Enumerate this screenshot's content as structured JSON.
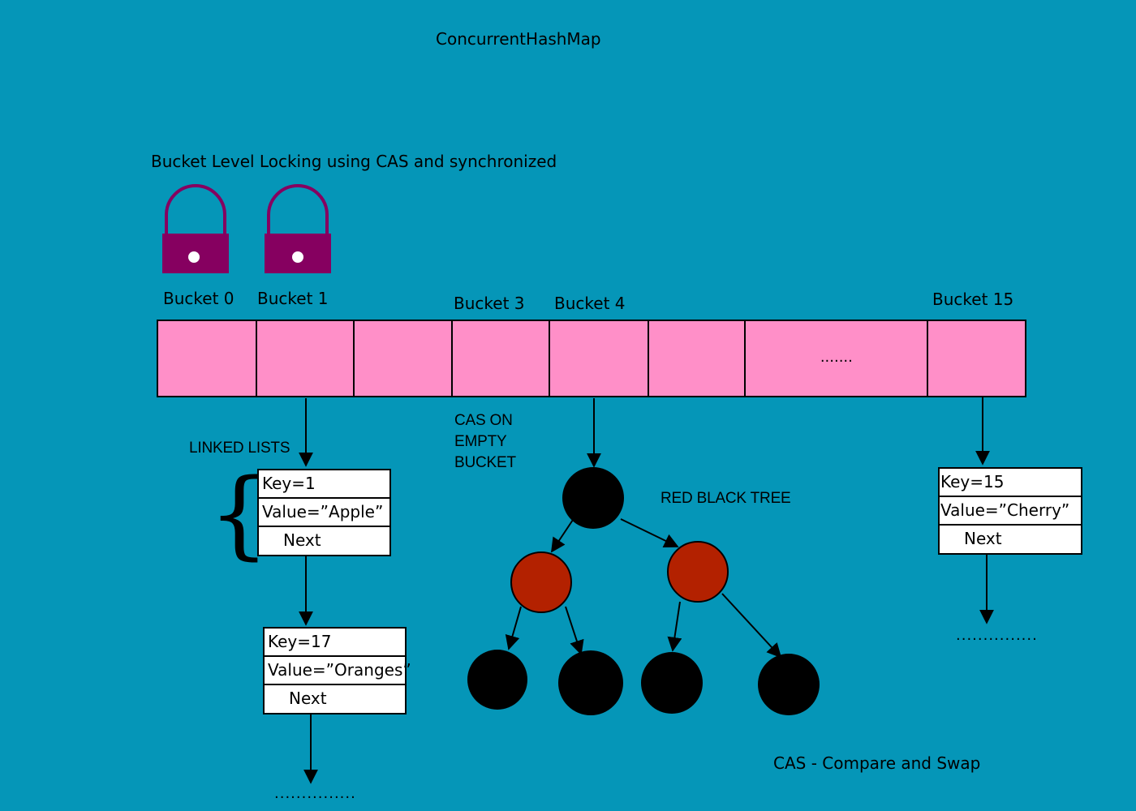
{
  "title": "ConcurrentHashMap",
  "subtitle": "Bucket Level Locking using CAS and synchronized",
  "bucket_labels": {
    "b0": "Bucket 0",
    "b1": "Bucket 1",
    "b3": "Bucket 3",
    "b4": "Bucket 4",
    "b15": "Bucket 15"
  },
  "array_ellipsis": ".......",
  "linked_lists_label": "LINKED LISTS",
  "cas_label": [
    "CAS ON",
    "EMPTY",
    "BUCKET"
  ],
  "rbt_label": "RED BLACK TREE",
  "footer": "CAS - Compare and Swap",
  "nodes": {
    "n1": {
      "key": "Key=1",
      "value": "Value=”Apple”",
      "next": "Next"
    },
    "n17": {
      "key": "Key=17",
      "value": "Value=”Oranges”",
      "next": "Next"
    },
    "n15": {
      "key": "Key=15",
      "value": "Value=”Cherry”",
      "next": "Next"
    }
  },
  "list_ellipsis": "...............",
  "colors": {
    "background": "#0596b8",
    "bucket_fill": "#ff8fc8",
    "lock": "#860060",
    "red_node": "#b32100",
    "black_node": "#000000"
  },
  "icons": [
    "padlock-icon",
    "padlock-icon"
  ]
}
